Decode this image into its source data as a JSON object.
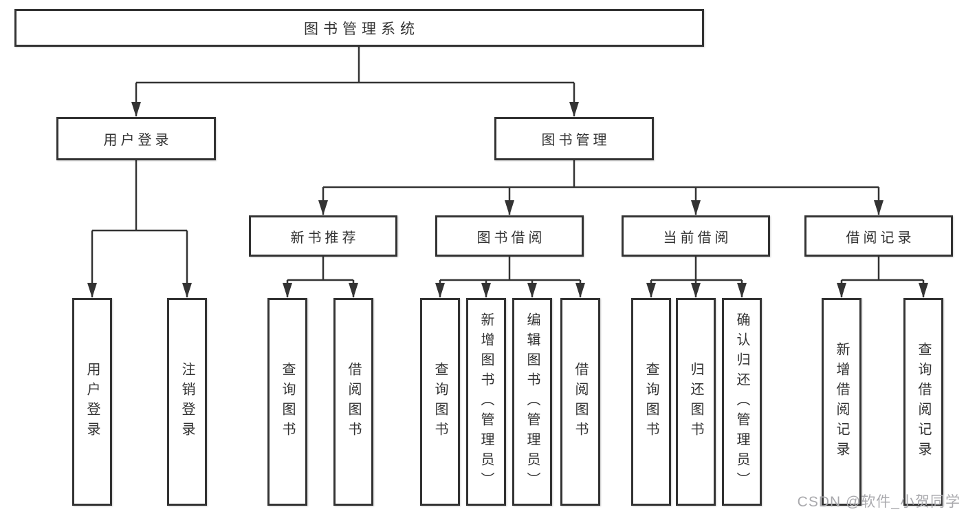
{
  "tree": {
    "root": {
      "label": "图书管理系统"
    },
    "branches": [
      {
        "label": "用户登录",
        "children": [
          {
            "label": "用户登录"
          },
          {
            "label": "注销登录"
          }
        ]
      },
      {
        "label": "图书管理",
        "children": [
          {
            "label": "新书推荐",
            "children": [
              {
                "label": "查询图书"
              },
              {
                "label": "借阅图书"
              }
            ]
          },
          {
            "label": "图书借阅",
            "children": [
              {
                "label": "查询图书"
              },
              {
                "label": "新增图书（管理员）"
              },
              {
                "label": "编辑图书（管理员）"
              },
              {
                "label": "借阅图书"
              }
            ]
          },
          {
            "label": "当前借阅",
            "children": [
              {
                "label": "查询图书"
              },
              {
                "label": "归还图书"
              },
              {
                "label": "确认归还（管理员）"
              }
            ]
          },
          {
            "label": "借阅记录",
            "children": [
              {
                "label": "新增借阅记录"
              },
              {
                "label": "查询借阅记录"
              }
            ]
          }
        ]
      }
    ]
  },
  "watermark": "CSDN @软件_小贺同学",
  "colors": {
    "line": "#333333",
    "text": "#333333",
    "box_background": "#ffffff",
    "watermark": "#a9a9ad"
  }
}
